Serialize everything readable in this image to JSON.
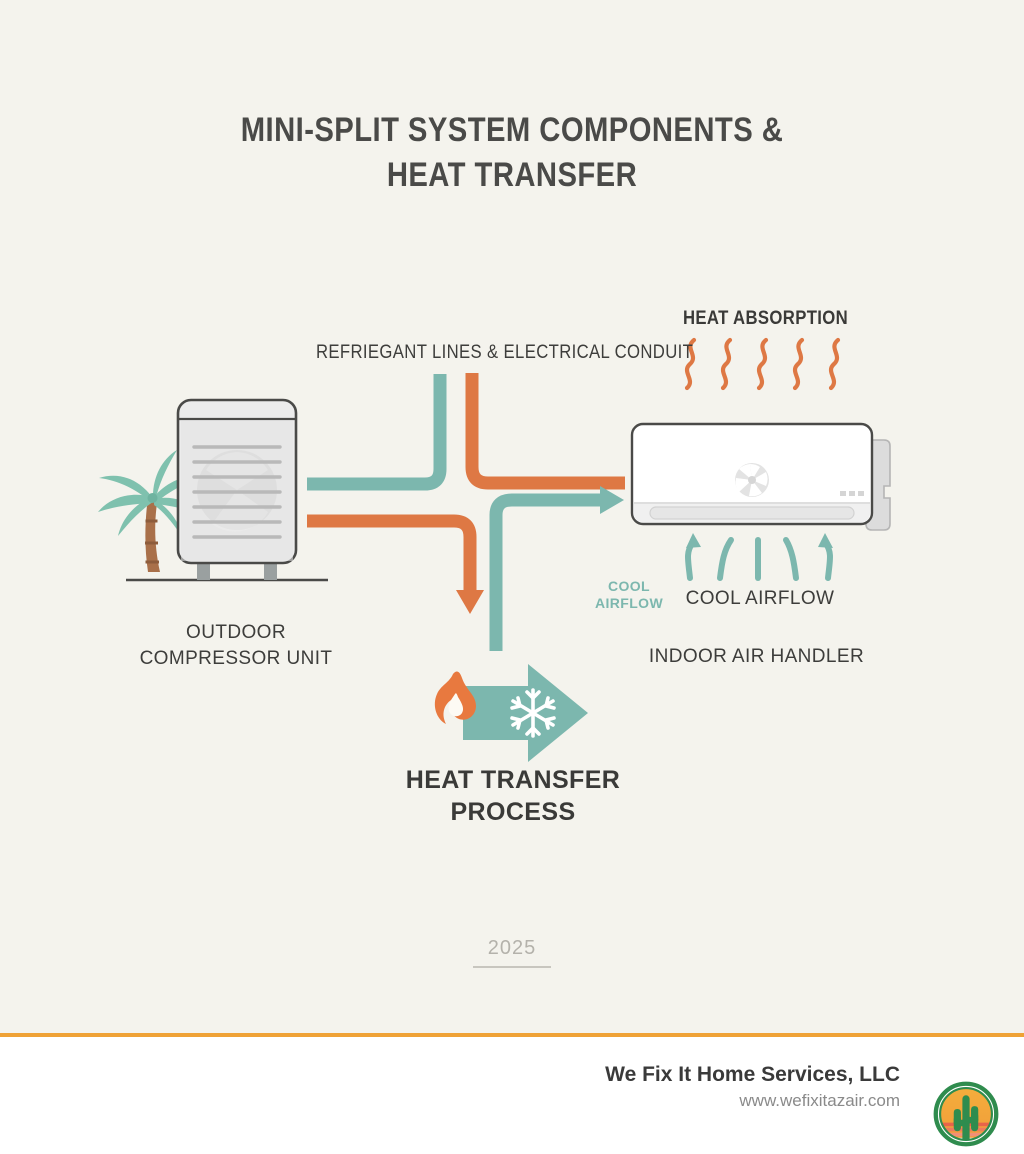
{
  "page": {
    "background_color": "#f4f3ed",
    "footer_background": "#ffffff",
    "accent_orange": "#de7844",
    "accent_teal": "#7cb7ae",
    "divider_color": "#efa236",
    "text_color": "#3d3d3b"
  },
  "title": {
    "line1": "MINI-SPLIT SYSTEM COMPONENTS &",
    "line2": "HEAT TRANSFER"
  },
  "labels": {
    "conduit": "REFRIEGANT LINES & ELECTRICAL CONDUIT",
    "heat_absorption": "HEAT ABSORPTION",
    "outdoor_line1": "OUTDOOR",
    "outdoor_line2": "COMPRESSOR UNIT",
    "indoor": "INDOOR AIR HANDLER",
    "cool_airflow_dark": "COOL AIRFLOW",
    "cool_airflow_teal_line1": "COOL",
    "cool_airflow_teal_line2": "AIRFLOW",
    "heat_transfer_line1": "HEAT TRANSFER",
    "heat_transfer_line2": "PROCESS"
  },
  "year": {
    "value": "2025"
  },
  "footer": {
    "company": "We Fix It Home Services, LLC",
    "url": "www.wefixitazair.com"
  },
  "diagram": {
    "icons": {
      "flame": "flame-icon",
      "snowflake": "snowflake-icon",
      "palm_tree": "palm-tree-icon",
      "outdoor_unit": "outdoor-compressor-unit-icon",
      "indoor_unit": "indoor-air-handler-icon",
      "heat_waves_count": 5,
      "cool_airflow_arrows_count": 5
    },
    "pipes": [
      {
        "name": "teal-line-outdoor-to-up",
        "color": "#7cb7ae"
      },
      {
        "name": "orange-line-top-to-indoor",
        "color": "#de7844"
      },
      {
        "name": "orange-line-outdoor-to-down",
        "color": "#de7844"
      },
      {
        "name": "teal-line-bottom-to-indoor",
        "color": "#7cb7ae"
      }
    ]
  }
}
